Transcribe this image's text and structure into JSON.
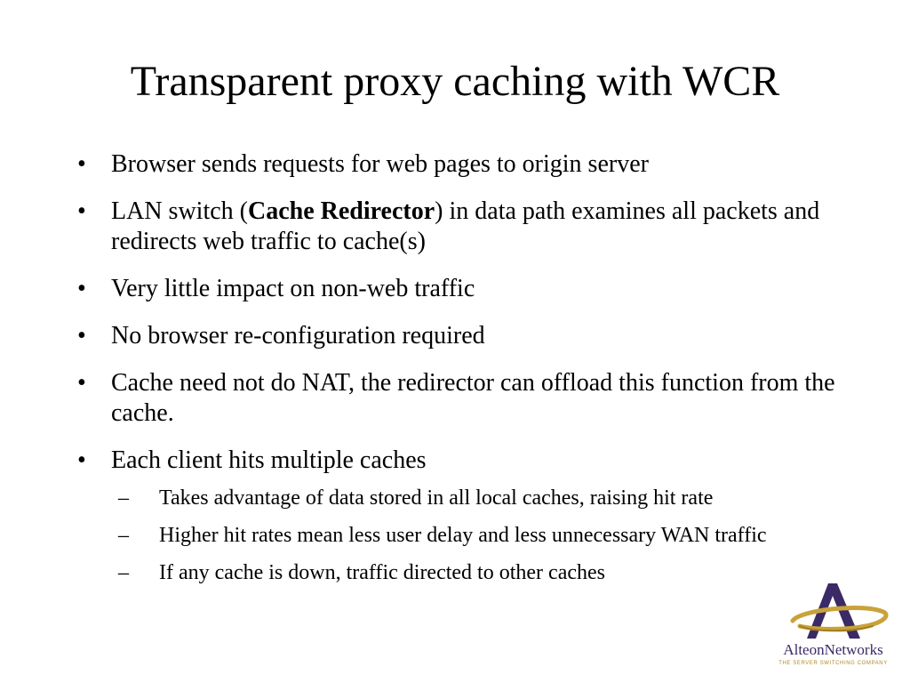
{
  "slide": {
    "title": "Transparent proxy caching with WCR",
    "bullet_marker": "•",
    "sub_marker": "–",
    "bullets": [
      {
        "text": "Browser sends requests for web pages to origin server"
      },
      {
        "prefix": "LAN switch (",
        "bold": "Cache Redirector",
        "suffix": ") in data path examines all packets and redirects web traffic to cache(s)"
      },
      {
        "text": "Very little impact on non-web traffic"
      },
      {
        "text": "No browser re-configuration required"
      },
      {
        "text": "Cache need not do NAT, the redirector can offload this function from the cache."
      },
      {
        "text": "Each client hits multiple caches",
        "sub": [
          "Takes advantage of data stored in all local caches, raising hit rate",
          "Higher hit rates mean less user delay and less unnecessary WAN traffic",
          "If any cache is down, traffic directed to other caches"
        ]
      }
    ]
  },
  "logo": {
    "name": "AlteonNetworks",
    "tagline": "THE SERVER SWITCHING COMPANY",
    "icon": "alteon-a-logo-icon",
    "colors": {
      "purple": "#3a2a66",
      "gold": "#c9a23a"
    }
  }
}
